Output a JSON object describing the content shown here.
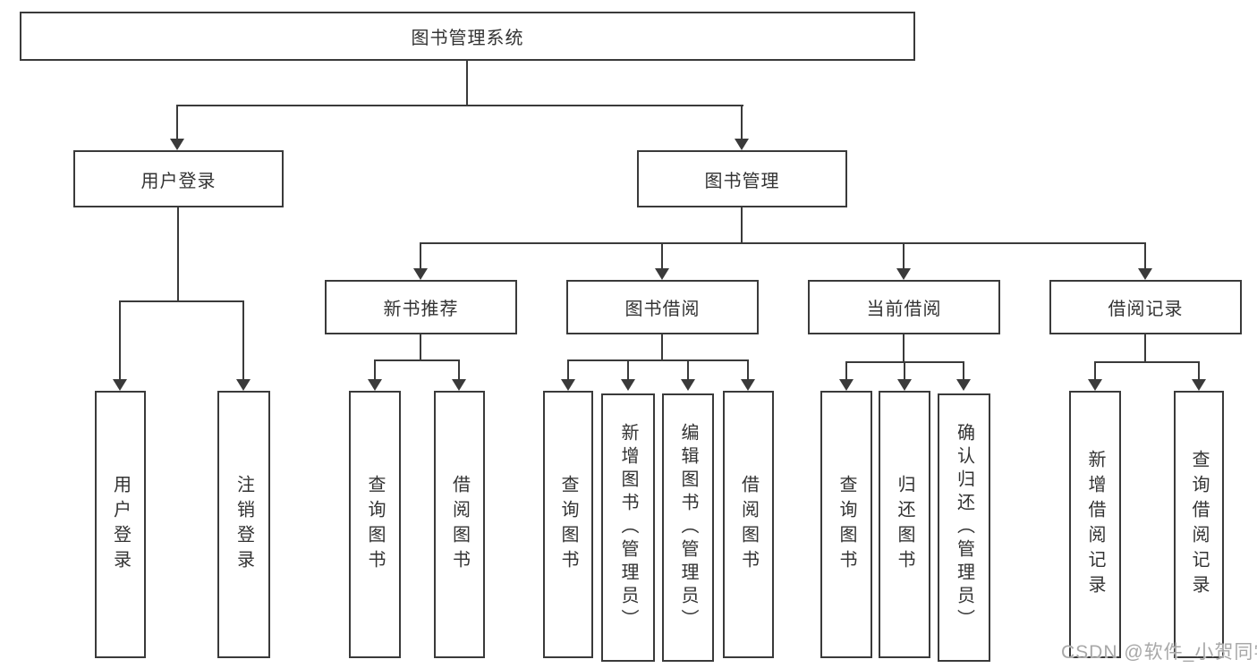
{
  "diagram": {
    "nodes": {
      "root": "图书管理系统",
      "user_login": "用户登录",
      "book_management": "图书管理",
      "new_book_recommend": "新书推荐",
      "book_borrowing": "图书借阅",
      "current_borrowing": "当前借阅",
      "borrowing_records": "借阅记录",
      "leaf_user_login": "用户登录",
      "leaf_logout": "注销登录",
      "leaf_nb_query_books": "查询图书",
      "leaf_nb_borrow_books": "借阅图书",
      "leaf_bb_query_books": "查询图书",
      "leaf_bb_add_books": "新增图书（管理员）",
      "leaf_bb_edit_books": "编辑图书（管理员）",
      "leaf_bb_borrow_books": "借阅图书",
      "leaf_cb_query_books": "查询图书",
      "leaf_cb_return_books": "归还图书",
      "leaf_cb_confirm_return": "确认归还（管理员）",
      "leaf_br_add_record": "新增借阅记录",
      "leaf_br_query_record": "查询借阅记录"
    },
    "watermark": "CSDN @软件_小贺同学",
    "colors": {
      "line": "#3a3a3a",
      "text": "#333333",
      "watermark": "#a8a8a8",
      "background": "#ffffff"
    }
  }
}
